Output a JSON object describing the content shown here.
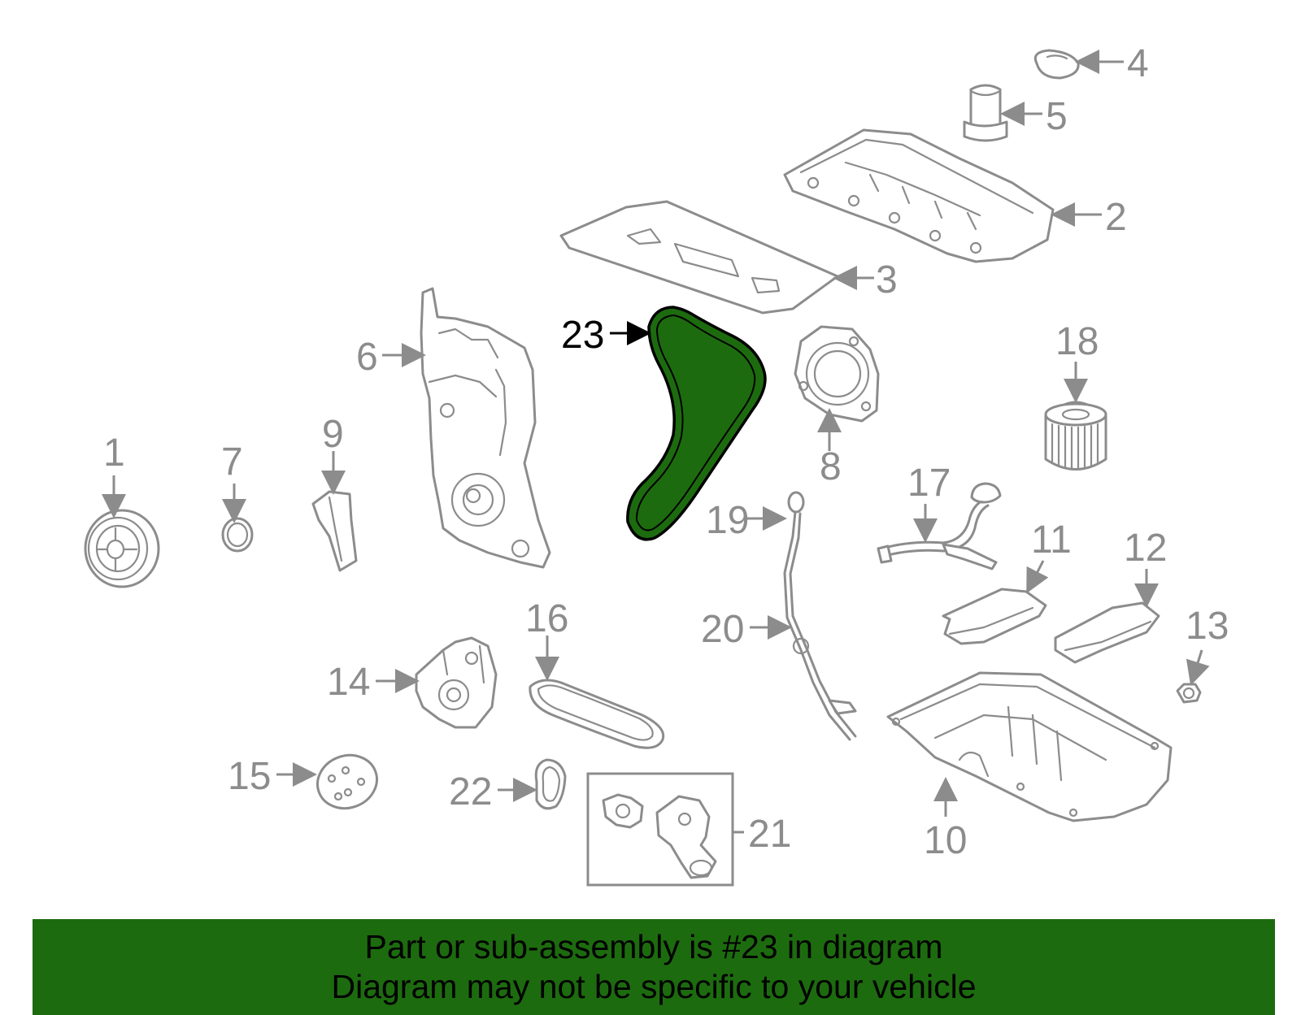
{
  "diagram": {
    "callouts": {
      "p1": "1",
      "p2": "2",
      "p3": "3",
      "p4": "4",
      "p5": "5",
      "p6": "6",
      "p7": "7",
      "p8": "8",
      "p9": "9",
      "p10": "10",
      "p11": "11",
      "p12": "12",
      "p13": "13",
      "p14": "14",
      "p15": "15",
      "p16": "16",
      "p17": "17",
      "p18": "18",
      "p19": "19",
      "p20": "20",
      "p21": "21",
      "p22": "22",
      "p23": "23"
    },
    "highlighted_part": "23",
    "highlight_color": "#1d6b0f",
    "part_color": "#8c8c8c"
  },
  "banner": {
    "line1": "Part or sub-assembly is #23 in diagram",
    "line2": "Diagram may not be specific to your vehicle",
    "background": "#1d6b0f"
  }
}
